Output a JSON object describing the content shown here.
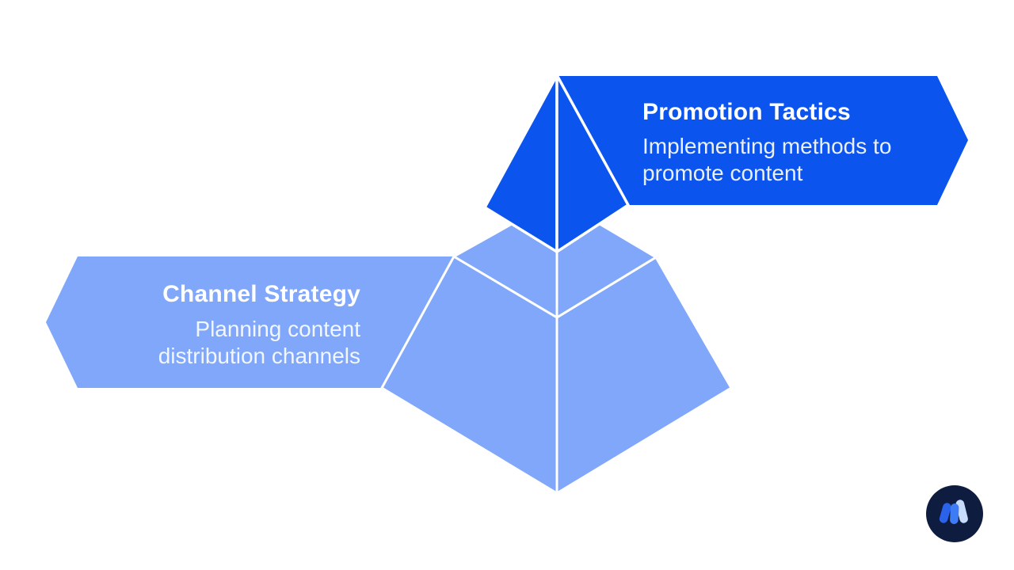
{
  "slide": {
    "background": "#FFFFFF"
  },
  "colors": {
    "dark_blue": "#0B54EE",
    "light_blue": "#80A7FA",
    "outline": "#FFFFFF",
    "logo_circle": "#0E1C3F",
    "logo_stroke_dark_blue": "#2B62EA",
    "logo_stroke_blue": "#3E7CF6",
    "logo_stroke_light_blue": "#C7DCFD"
  },
  "pyramid": {
    "tier_count": 3,
    "tiers": [
      {
        "id": "top",
        "color_key": "dark_blue"
      },
      {
        "id": "middle",
        "color_key": "light_blue"
      },
      {
        "id": "bottom",
        "color_key": "light_blue"
      }
    ]
  },
  "banners": {
    "promotion": {
      "title": "Promotion Tactics",
      "description_lines": [
        "Implementing methods to",
        "promote content"
      ]
    },
    "channel": {
      "title": "Channel Strategy",
      "description_lines": [
        "Planning content",
        "distribution channels"
      ]
    }
  },
  "logo": {
    "name": "w-mark"
  }
}
